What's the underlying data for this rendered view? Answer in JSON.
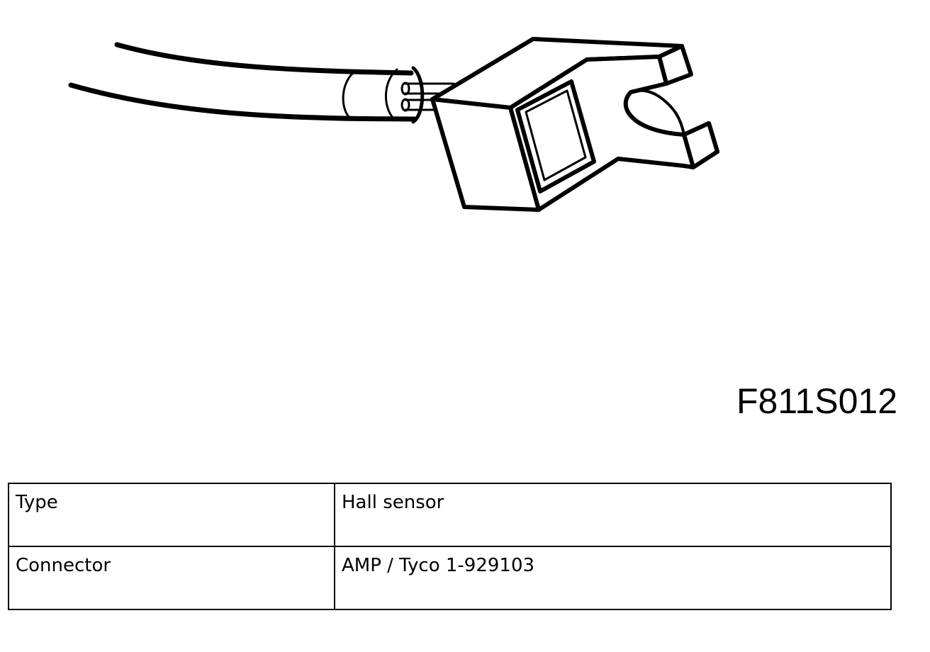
{
  "figure": {
    "code": "F811S012",
    "illustration_icon": "hall-sensor-with-cable"
  },
  "spec_table": {
    "rows": [
      {
        "label": "Type",
        "value": "Hall sensor"
      },
      {
        "label": "Connector",
        "value": "AMP / Tyco 1-929103"
      }
    ]
  },
  "colors": {
    "ink": "#000000",
    "background": "#ffffff"
  }
}
